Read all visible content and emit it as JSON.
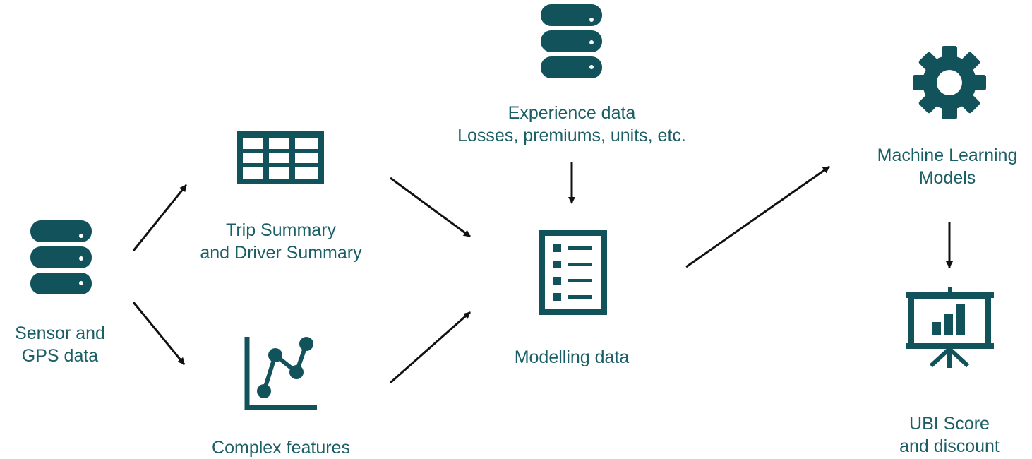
{
  "colors": {
    "icon": "#12525b",
    "text": "#1b5f66",
    "arrow": "#111111"
  },
  "nodes": {
    "sensor": {
      "line1": "Sensor and",
      "line2": "GPS data",
      "icon": "database-icon"
    },
    "trip": {
      "line1": "Trip Summary",
      "line2": "and Driver Summary",
      "icon": "table-icon"
    },
    "complex": {
      "line1": "Complex features",
      "icon": "line-chart-icon"
    },
    "experience": {
      "line1": "Experience data",
      "line2": "Losses, premiums, units, etc.",
      "icon": "database-icon"
    },
    "modelling": {
      "line1": "Modelling data",
      "icon": "checklist-icon"
    },
    "ml": {
      "line1": "Machine Learning",
      "line2": "Models",
      "icon": "gear-icon"
    },
    "ubi": {
      "line1": "UBI Score",
      "line2": "and discount",
      "icon": "presentation-chart-icon"
    }
  },
  "edges": [
    {
      "from": "sensor",
      "to": "trip"
    },
    {
      "from": "sensor",
      "to": "complex"
    },
    {
      "from": "trip",
      "to": "modelling"
    },
    {
      "from": "complex",
      "to": "modelling"
    },
    {
      "from": "experience",
      "to": "modelling"
    },
    {
      "from": "modelling",
      "to": "ml"
    },
    {
      "from": "ml",
      "to": "ubi"
    }
  ]
}
